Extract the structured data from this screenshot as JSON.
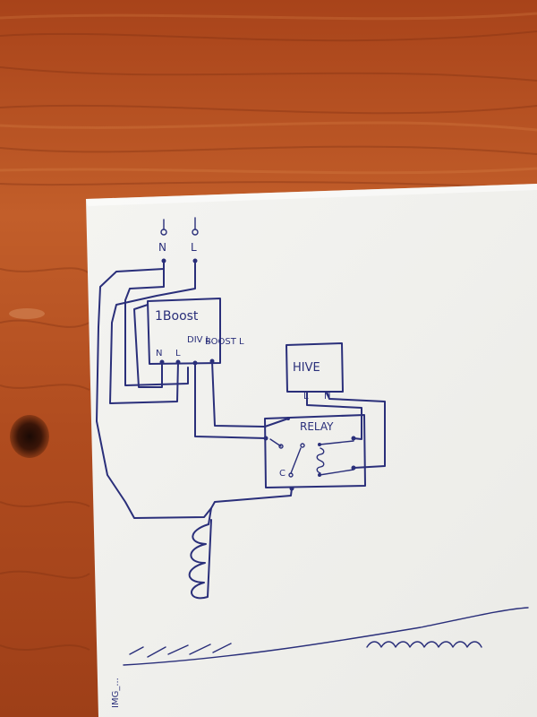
{
  "diagram": {
    "supply_labels": {
      "neutral": "N",
      "live": "L"
    },
    "boost": {
      "title": "1Boost",
      "terminals": [
        "N",
        "L",
        "DIV L",
        "BOOST L"
      ]
    },
    "hive": {
      "title": "HIVE",
      "terminals": [
        "L",
        "N"
      ]
    },
    "relay": {
      "title": "RELAY",
      "contact_label": "C"
    },
    "margin_text": "IMG_..."
  },
  "colors": {
    "ink": "#2a2f7a",
    "paper": "#f7f7f5",
    "wood_light": "#c8642b",
    "wood_dark": "#7a2d12"
  }
}
